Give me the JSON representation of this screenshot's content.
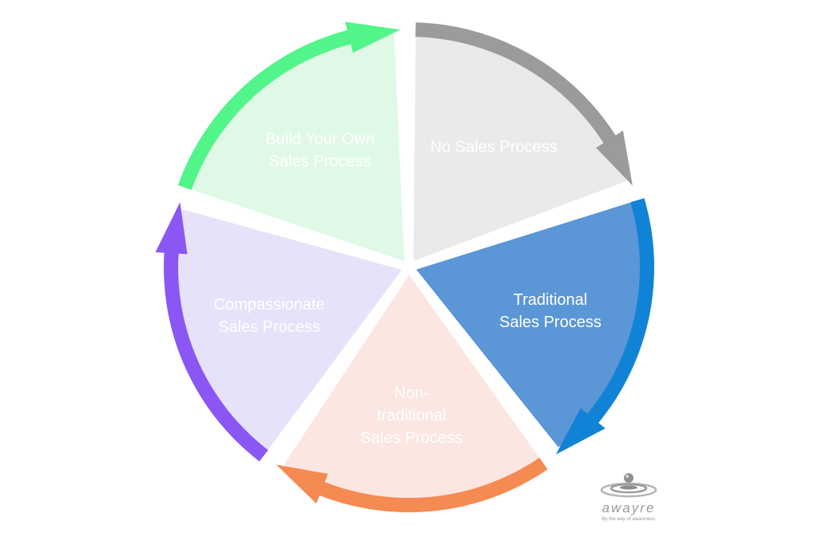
{
  "diagram": {
    "segments": [
      {
        "id": "no-sales",
        "label_lines": [
          "No Sales Process"
        ],
        "fill": "#eaeaea",
        "arrow_color": "#9a9b9d",
        "text_color": "#ffffff"
      },
      {
        "id": "traditional",
        "label_lines": [
          "Traditional",
          "Sales Process"
        ],
        "fill": "#5b96d6",
        "arrow_color": "#1183d6",
        "text_color": "#ffffff"
      },
      {
        "id": "non-traditional",
        "label_lines": [
          "Non-",
          "traditional",
          "Sales Process"
        ],
        "fill": "#fbe6e1",
        "arrow_color": "#f58a52",
        "text_color": "#ffffff"
      },
      {
        "id": "compassionate",
        "label_lines": [
          "Compassionate",
          "Sales Process"
        ],
        "fill": "#e5e2fa",
        "arrow_color": "#8a57f4",
        "text_color": "#ffffff"
      },
      {
        "id": "build-own",
        "label_lines": [
          "Build Your Own",
          "Sales Process"
        ],
        "fill": "#e0f9e6",
        "arrow_color": "#52f58a",
        "text_color": "#ffffff"
      }
    ]
  },
  "logo": {
    "name": "awayre",
    "tagline": "By the way of awareness",
    "color": "#9a9a9a"
  }
}
